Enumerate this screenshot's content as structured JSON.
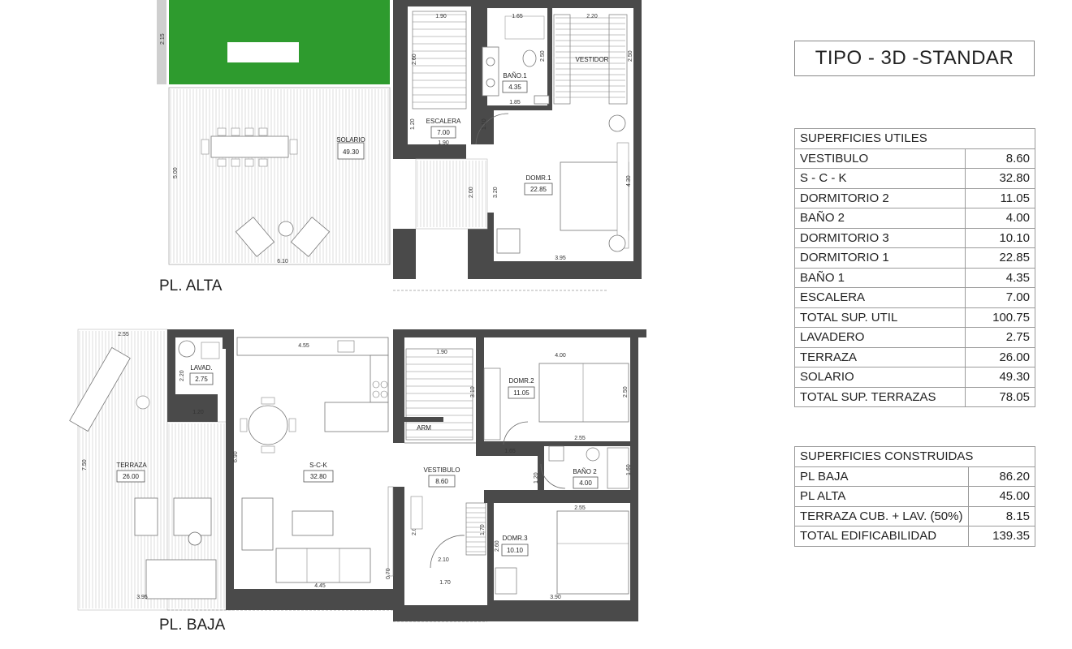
{
  "title": "TIPO - 3D -STANDAR",
  "floors": {
    "upper": "PL. ALTA",
    "lower": "PL. BAJA"
  },
  "superficies_utiles": {
    "header": "SUPERFICIES UTILES",
    "rows": [
      {
        "name": "VESTIBULO",
        "value": "8.60"
      },
      {
        "name": "S - C - K",
        "value": "32.80"
      },
      {
        "name": "DORMITORIO 2",
        "value": "11.05"
      },
      {
        "name": "BAÑO 2",
        "value": "4.00"
      },
      {
        "name": "DORMITORIO 3",
        "value": "10.10"
      },
      {
        "name": "DORMITORIO 1",
        "value": "22.85"
      },
      {
        "name": "BAÑO 1",
        "value": "4.35"
      },
      {
        "name": "ESCALERA",
        "value": "7.00"
      }
    ],
    "total_util": {
      "name": "TOTAL SUP. UTIL",
      "value": "100.75"
    },
    "terr_rows": [
      {
        "name": "LAVADERO",
        "value": "2.75"
      },
      {
        "name": "TERRAZA",
        "value": "26.00"
      },
      {
        "name": "SOLARIO",
        "value": "49.30"
      }
    ],
    "total_terrazas": {
      "name": "TOTAL SUP. TERRAZAS",
      "value": "78.05"
    }
  },
  "superficies_construidas": {
    "header": "SUPERFICIES CONSTRUIDAS",
    "rows": [
      {
        "name": "PL BAJA",
        "value": "86.20"
      },
      {
        "name": "PL ALTA",
        "value": "45.00"
      },
      {
        "name": "TERRAZA CUB. + LAV. (50%)",
        "value": "8.15"
      }
    ],
    "total": {
      "name": "TOTAL EDIFICABILIDAD",
      "value": "139.35"
    }
  },
  "rooms_upper": {
    "solario": {
      "name": "SOLARIO",
      "area": "49.30"
    },
    "escalera": {
      "name": "ESCALERA",
      "area": "7.00"
    },
    "bano1": {
      "name": "BAÑO.1",
      "area": "4.35"
    },
    "vestidor": {
      "name": "VESTIDOR"
    },
    "domr1": {
      "name": "DOMR.1",
      "area": "22.85"
    }
  },
  "rooms_lower": {
    "lavad": {
      "name": "LAVAD.",
      "area": "2.75"
    },
    "sck": {
      "name": "S-C-K",
      "area": "32.80"
    },
    "terraza": {
      "name": "TERRAZA",
      "area": "26.00"
    },
    "vestibulo": {
      "name": "VESTIBULO",
      "area": "8.60"
    },
    "arm": {
      "name": "ARM"
    },
    "domr2": {
      "name": "DOMR.2",
      "area": "11.05"
    },
    "bano2": {
      "name": "BAÑO 2",
      "area": "4.00"
    },
    "domr3": {
      "name": "DOMR.3",
      "area": "10.10"
    }
  },
  "dims_upper": [
    "2.15",
    "1.90",
    "1.65",
    "2.20",
    "2.60",
    "2.50",
    "2.50",
    "1.85",
    "1.20",
    "1.10",
    "1.90",
    "5.00",
    "2.00",
    "3.20",
    "4.30",
    "6.10",
    "3.95"
  ],
  "dims_lower": [
    "2.55",
    "4.55",
    "1.90",
    "4.00",
    "2.20",
    "1.20",
    "3.10",
    "2.50",
    "1.65",
    "2.55",
    "6.90",
    "1.20",
    "1.60",
    "7.50",
    "2.00",
    "1.70",
    "2.60",
    "2.10",
    "1.70",
    "0.70",
    "4.45",
    "3.95",
    "3.90"
  ],
  "colors": {
    "wall": "#4a4a4a",
    "grass": "#2e9b2e",
    "line": "#888888"
  }
}
